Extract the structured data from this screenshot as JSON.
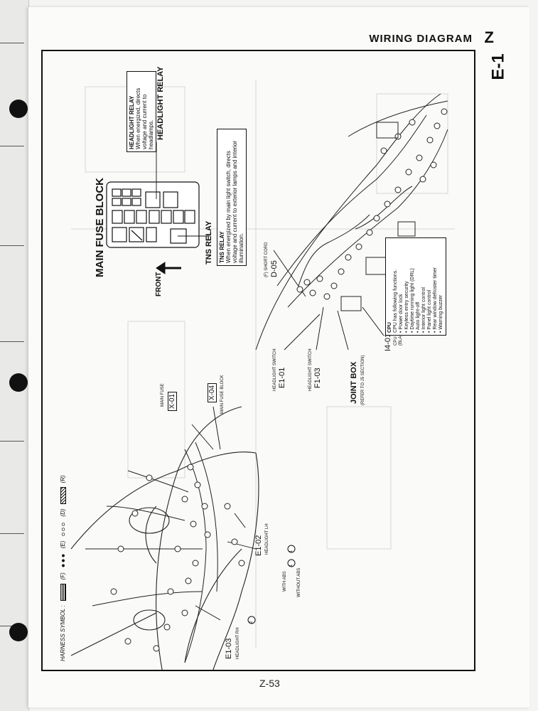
{
  "header": {
    "title": "WIRING DIAGRAM",
    "tag": "Z"
  },
  "section_id": "E-1",
  "page_number": "Z-53",
  "main_fuse_block": {
    "title": "MAIN FUSE BLOCK",
    "front_label": "FRONT"
  },
  "headlight_relay": {
    "title": "HEADLIGHT RELAY",
    "note_title": "HEADLIGHT RELAY",
    "note": "When energized, directs voltage and current to headlamps."
  },
  "tns_relay": {
    "title": "TNS RELAY",
    "note_title": "TNS RELAY",
    "note": "When energized by main light switch, directs voltage and current to exterior lamps and interior illumination."
  },
  "connectors": {
    "x01": {
      "code": "X-01",
      "label": "MAIN FUSE"
    },
    "x04": {
      "code": "X-04",
      "label": "MAIN FUSE BLOCK"
    },
    "d05": {
      "code": "D-05",
      "label": "(F) SHORT CORD"
    },
    "e101": {
      "code": "E1-01",
      "label": "HEADLIGHT SWITCH"
    },
    "f103": {
      "code": "F1-03",
      "label": "HEADLIGHT SWITCH"
    },
    "joint": {
      "code": "JOINT BOX",
      "label": "(REFER TO J5 SECTION)"
    },
    "i401": {
      "code": "I4-01",
      "label": "CPU",
      "sub": "(BLACK)"
    },
    "e102": {
      "code": "E1-02",
      "label": "HEADLIGHT LH"
    },
    "e103": {
      "code": "E1-03",
      "label": "HEADLIGHT RH"
    }
  },
  "abs_labels": {
    "with": "WITH ABS",
    "without": "WITHOUT ABS"
  },
  "cpu_box": {
    "title": "CPU",
    "intro": "CPU has following functions.",
    "items": [
      "• Power door lock",
      "• Keyless entry security",
      "• Daytime running light (DRL)",
      "• Auto light-off",
      "• Interior light control",
      "• Panel light control",
      "• Rear window defroster timer",
      "• Warning buzzer"
    ]
  },
  "legend": {
    "title": "HARNESS SYMBOL :",
    "f": "(F)",
    "e": "(E)",
    "d": "(D)",
    "r": "(R)"
  },
  "callout_numbers": {
    "one": "1",
    "two": "2",
    "three": "1"
  }
}
